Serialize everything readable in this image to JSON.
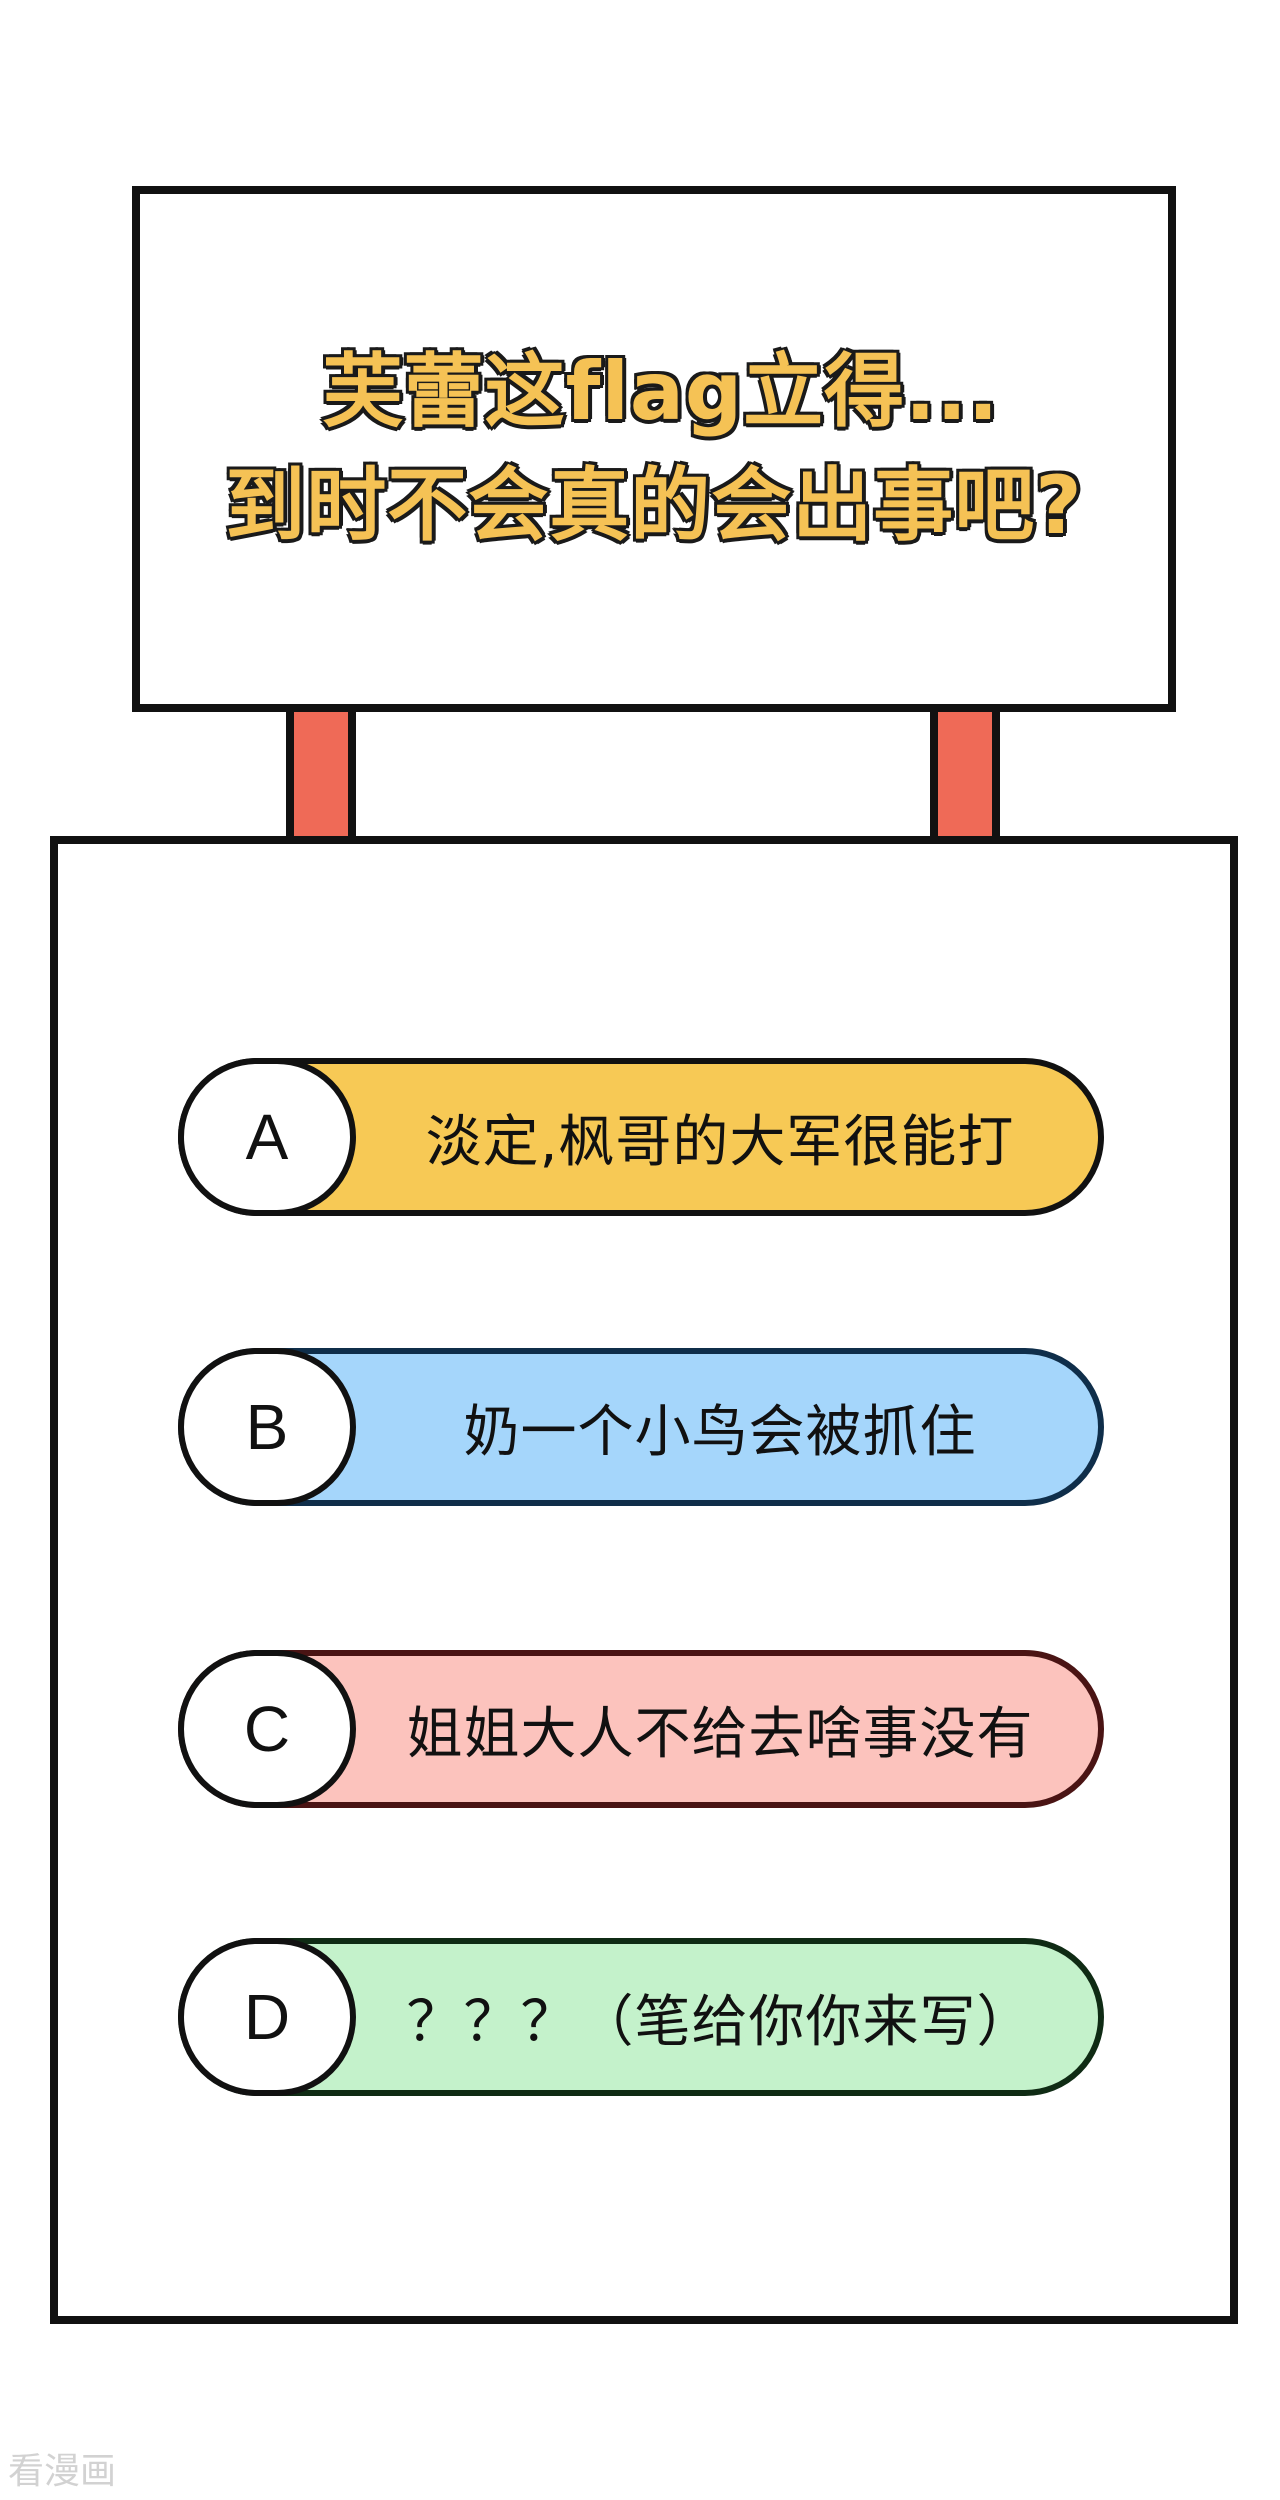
{
  "sign": {
    "line_1": "芙蕾这flag立得...",
    "line_2": "到时不会真的会出事吧?"
  },
  "options": [
    {
      "letter": "A",
      "text": "淡定,枫哥的大军很能打",
      "color": "#f7c955"
    },
    {
      "letter": "B",
      "text": "奶一个小鸟会被抓住",
      "color": "#a5d6fb"
    },
    {
      "letter": "C",
      "text": "姐姐大人不给去啥事没有",
      "color": "#fcc3bd"
    },
    {
      "letter": "D",
      "text": "？？？（笔给你你来写）",
      "color": "#c4f2cb"
    }
  ],
  "watermark": "看漫画",
  "colors": {
    "title_fill": "#f5c255",
    "post": "#ef6a57",
    "outline": "#111111"
  }
}
